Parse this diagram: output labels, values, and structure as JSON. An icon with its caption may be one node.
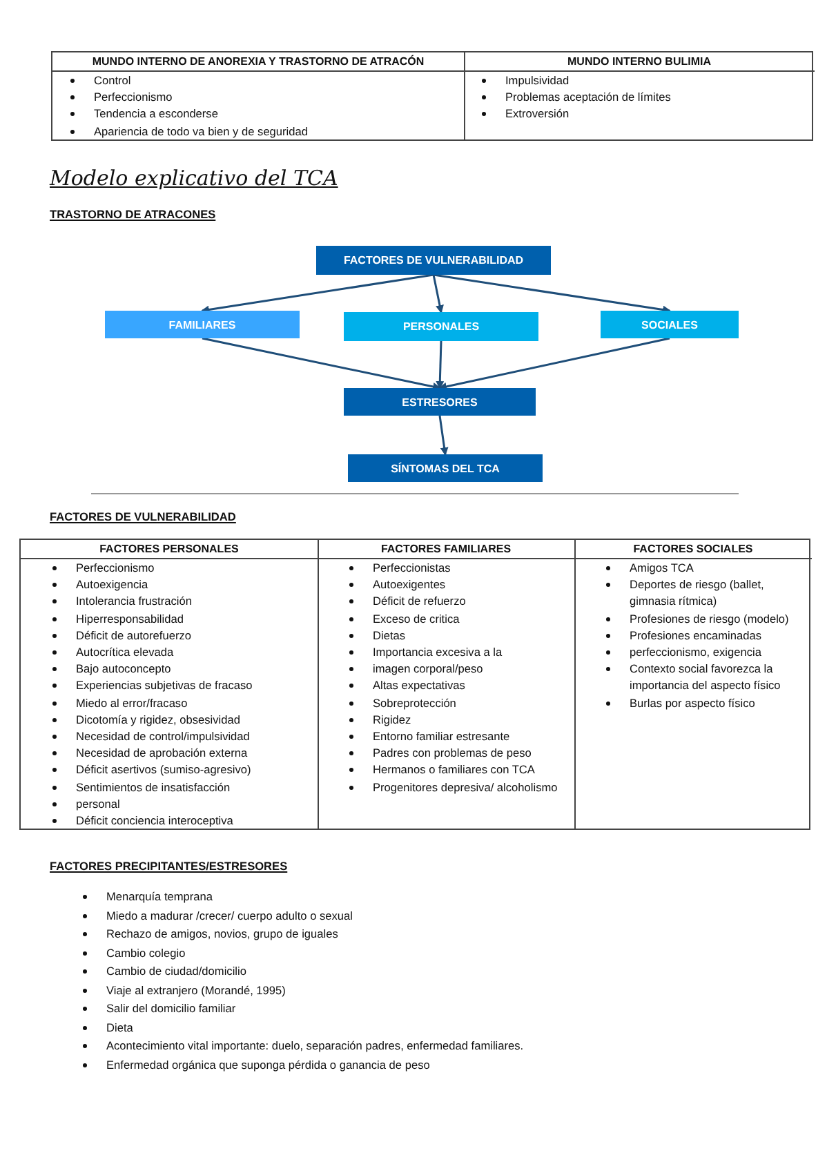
{
  "diagram": {
    "title": "Modelo explicativo del TCA",
    "nodes": [
      {
        "text": [
          "FACTORES DE VULNERABILIDAD"
        ]
      },
      {
        "text": [
          "FAMILIARES"
        ]
      },
      {
        "text": [
          "PERSONALES"
        ]
      },
      {
        "text": [
          "SOCIALES"
        ]
      },
      {
        "text": [
          "ESTRESORES"
        ]
      },
      {
        "text": [
          "SÍNTOMAS DEL TCA"
        ]
      }
    ],
    "edges": [
      {
        "from": 0,
        "to": 1,
        "arrow": "to"
      },
      {
        "from": 0,
        "to": 2,
        "arrow": "to"
      },
      {
        "from": 0,
        "to": 3,
        "arrow": "to"
      },
      {
        "from": 1,
        "to": 4,
        "arrow": "to"
      },
      {
        "from": 2,
        "to": 4,
        "arrow": "to"
      },
      {
        "from": 3,
        "to": 4,
        "arrow": "to"
      },
      {
        "from": 4,
        "to": 5,
        "arrow": "to"
      }
    ],
    "labels": [
      "MUNDO INTERNO DE ANOREXIA Y TRASTORNO DE ATRACÓN",
      "MUNDO INTERNO BULIMIA",
      "Control",
      "Perfeccionismo",
      "Tendencia a esconderse",
      "Apariencia de todo va bien y de seguridad",
      "Impulsividad",
      "Problemas aceptación de límites",
      "Extroversión",
      "TRASTORNO DE ATRACONES",
      "FACTORES DE VULNERABILIDAD",
      "FACTORES PERSONALES",
      "FACTORES FAMILIARES",
      "FACTORES SOCIALES",
      "Perfeccionismo",
      "Autoexigencia",
      "Intolerancia frustración",
      "Hiperresponsabilidad",
      "Déficit de autorefuerzo",
      "Autocrítica elevada",
      "Bajo autoconcepto",
      "Experiencias subjetivas de fracaso",
      "Miedo al error/fracaso",
      "Dicotomía y rigidez, obsesividad",
      "Necesidad de control/impulsividad",
      "Necesidad de aprobación externa",
      "Déficit asertivos (sumiso-agresivo)",
      "Sentimientos de insatisfacción",
      "personal",
      "Déficit conciencia interoceptiva",
      "Perfeccionistas",
      "Autoexigentes",
      "Déficit de refuerzo",
      "Exceso de critica",
      "Dietas",
      "Importancia excesiva a la",
      "imagen corporal/peso",
      "Altas expectativas",
      "Sobreprotección",
      "Rigidez",
      "Entorno familiar estresante",
      "Padres con problemas de peso",
      "Hermanos o familiares con TCA",
      "Progenitores depresiva/ alcoholismo",
      "Amigos TCA",
      "Deportes de riesgo (ballet, gimnasia rítmica)",
      "Profesiones de riesgo (modelo)",
      "Profesiones encaminadas",
      "perfeccionismo, exigencia",
      "Contexto social favorezca la importancia del aspecto físico",
      "Burlas por aspecto físico",
      "FACTORES PRECIPITANTES/ESTRESORES",
      "Menarquía temprana",
      "Miedo a madurar /crecer/ cuerpo adulto o sexual",
      "Rechazo de amigos, novios, grupo de iguales",
      "Cambio colegio",
      "Cambio de ciudad/domicilio",
      "Viaje al extranjero (Morandé, 1995)",
      "Salir del domicilio familiar",
      "Dieta",
      "Acontecimiento vital importante: duelo, separación padres, enfermedad familiares.",
      "Enfermedad orgánica que suponga pérdida o ganancia de peso"
    ]
  }
}
